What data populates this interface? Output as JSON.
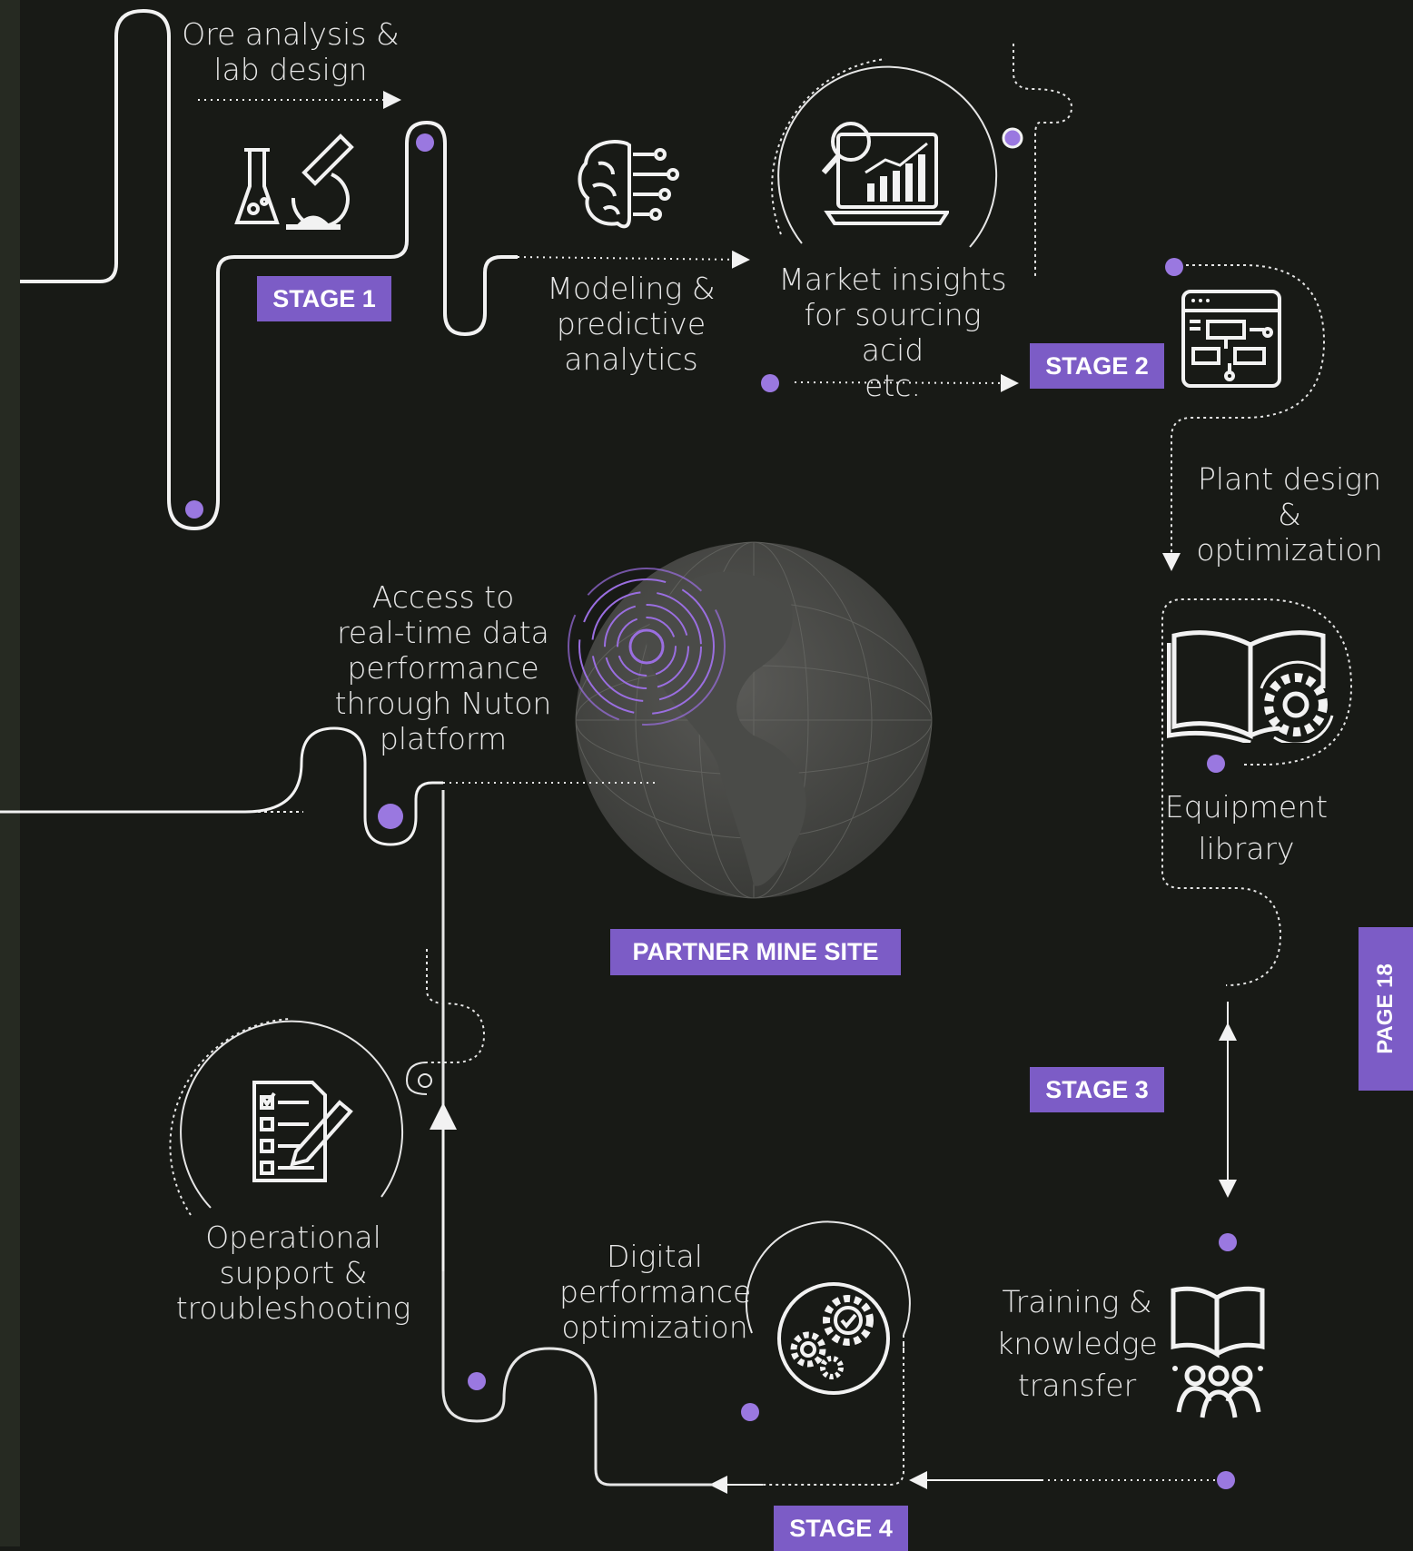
{
  "stages": {
    "stage1": "STAGE 1",
    "stage2": "STAGE 2",
    "stage3": "STAGE 3",
    "stage4": "STAGE 4",
    "partner": "PARTNER MINE SITE"
  },
  "steps": {
    "ore": "Ore analysis &\nlab design",
    "modeling": "Modeling &\npredictive\nanalytics",
    "market": "Market insights\nfor sourcing acid\netc.",
    "plant": "Plant design &\noptimization",
    "equipment": "Equipment\nlibrary",
    "training": "Training &\nknowledge\ntransfer",
    "digital": "Digital\nperformance\noptimization",
    "operational": "Operational\nsupport &\ntroubleshooting",
    "access": "Access to\nreal-time data\nperformance\nthrough Nuton\nplatform"
  },
  "page_tab": "PAGE 18",
  "icons": [
    "lab-flask-microscope-icon",
    "brain-circuit-icon",
    "laptop-chart-magnifier-icon",
    "flowchart-window-icon",
    "book-gear-icon",
    "book-people-icon",
    "gears-check-icon",
    "checklist-pencil-icon",
    "globe-icon",
    "signal-rings-icon"
  ],
  "colors": {
    "background": "#181a16",
    "accent": "#7c5cc6",
    "dot": "#9a78e0",
    "line": "#f2f2f2"
  }
}
